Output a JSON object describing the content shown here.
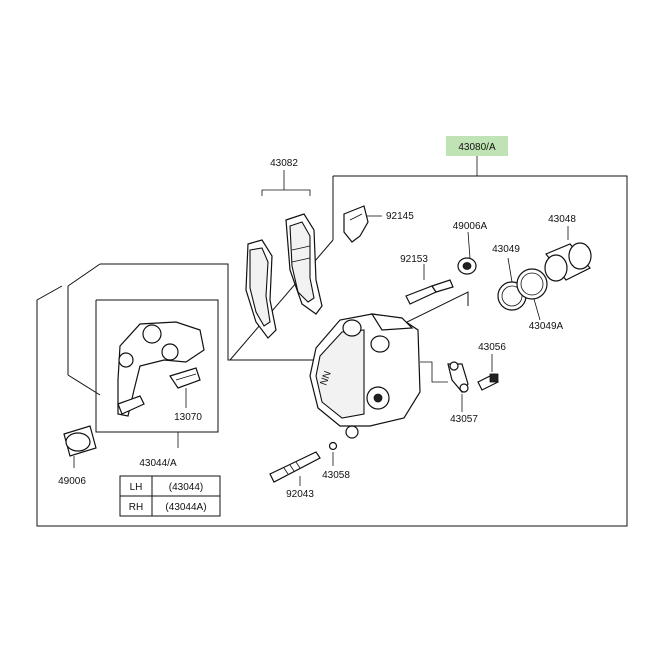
{
  "assembly": {
    "label": "43080/A",
    "highlight_color": "#bfe3b4"
  },
  "parts": {
    "p43082": "43082",
    "p92145": "92145",
    "p49006A": "49006A",
    "p43048": "43048",
    "p92153": "92153",
    "p43049": "43049",
    "p43049A": "43049A",
    "p43056": "43056",
    "p43057": "43057",
    "p43058": "43058",
    "p92043": "92043",
    "p13070": "13070",
    "p43044A": "43044/A",
    "p49006": "49006"
  },
  "side_table": {
    "rows": [
      {
        "side": "LH",
        "part": "(43044)"
      },
      {
        "side": "RH",
        "part": "(43044A)"
      }
    ]
  }
}
